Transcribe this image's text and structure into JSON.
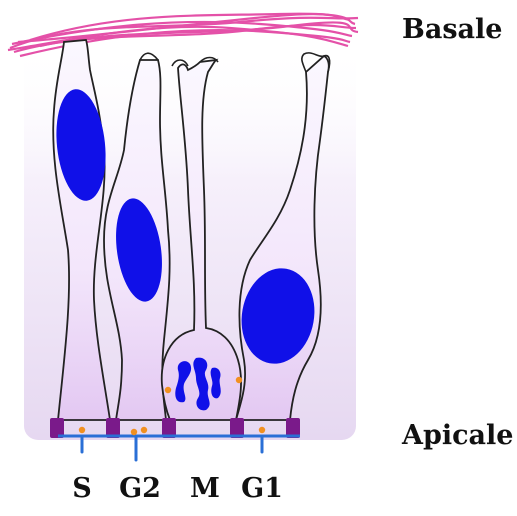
{
  "labels": {
    "top": "Basale",
    "bottom": "Apicale"
  },
  "phases": [
    "S",
    "G2",
    "M",
    "G1"
  ],
  "colors": {
    "basal_lamina": "#e0339a",
    "tissue_background": "#f1eaf8",
    "cell_fill": "#f5ecff",
    "cell_outline": "#222222",
    "nucleus": "#1010e8",
    "apical_junction": "#7a1a8a",
    "apical_membrane": "#2a6fd6",
    "granule": "#f29020"
  }
}
